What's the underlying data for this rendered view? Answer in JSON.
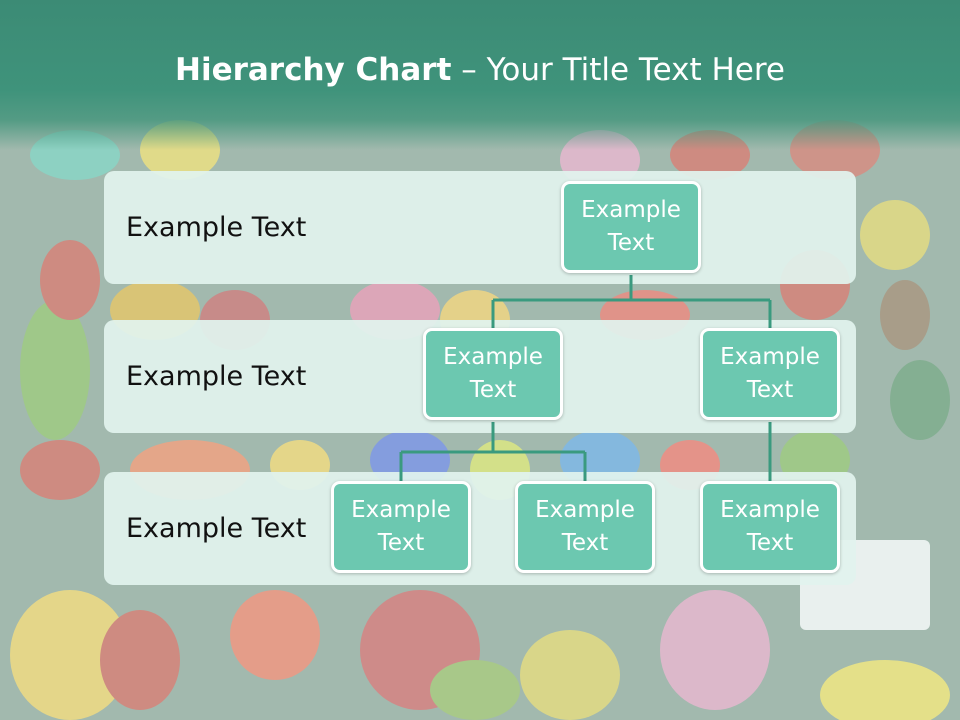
{
  "title": {
    "bold": "Hierarchy Chart",
    "rest": " – Your Title Text Here"
  },
  "levels": [
    {
      "label": "Example Text"
    },
    {
      "label": "Example Text"
    },
    {
      "label": "Example Text"
    }
  ],
  "nodes": {
    "root": "Example Text",
    "l2_left": "Example Text",
    "l2_right": "Example Text",
    "l3_a": "Example Text",
    "l3_b": "Example Text",
    "l3_c": "Example Text"
  },
  "colors": {
    "header": "#3c8b75",
    "node_fill": "#6cc8b0",
    "connector": "#3a9a7f"
  }
}
